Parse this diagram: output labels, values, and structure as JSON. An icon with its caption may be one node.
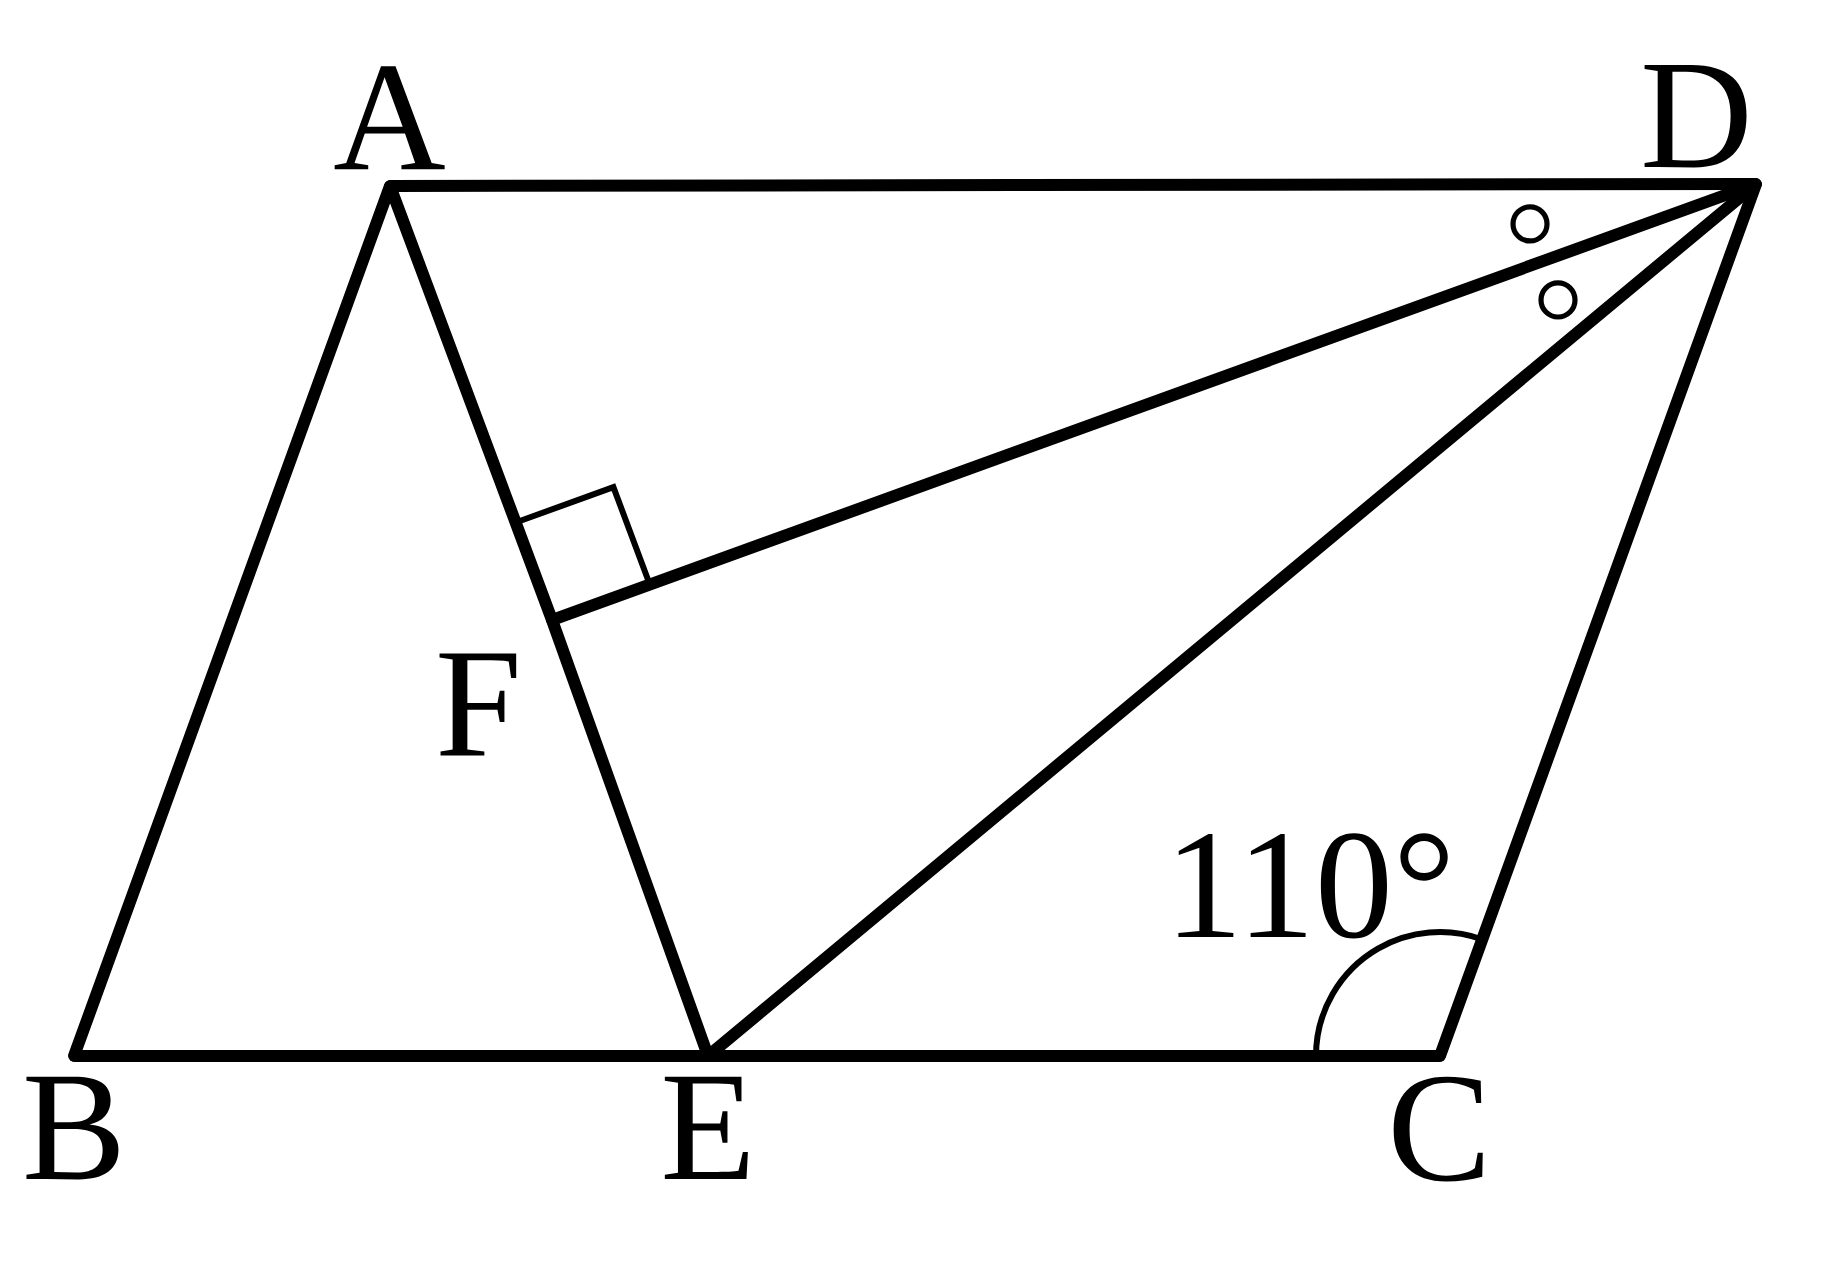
{
  "diagram": {
    "nodes": [
      {
        "text": [
          "A"
        ]
      },
      {
        "text": [
          "D"
        ]
      },
      {
        "text": [
          "F"
        ]
      },
      {
        "text": [
          "B"
        ]
      },
      {
        "text": [
          "E"
        ]
      },
      {
        "text": [
          "C"
        ]
      }
    ],
    "edges": [
      {
        "from": 0,
        "to": 1,
        "arrow": "none"
      },
      {
        "from": 0,
        "to": 3,
        "arrow": "none"
      },
      {
        "from": 1,
        "to": 5,
        "arrow": "none"
      },
      {
        "from": 3,
        "to": 4,
        "arrow": "none"
      },
      {
        "from": 4,
        "to": 5,
        "arrow": "none"
      },
      {
        "from": 0,
        "to": 2,
        "arrow": "none"
      },
      {
        "from": 2,
        "to": 4,
        "arrow": "none"
      },
      {
        "from": 1,
        "to": 2,
        "arrow": "none"
      },
      {
        "from": 1,
        "to": 4,
        "arrow": "none"
      }
    ],
    "labels": [
      "110°"
    ]
  }
}
